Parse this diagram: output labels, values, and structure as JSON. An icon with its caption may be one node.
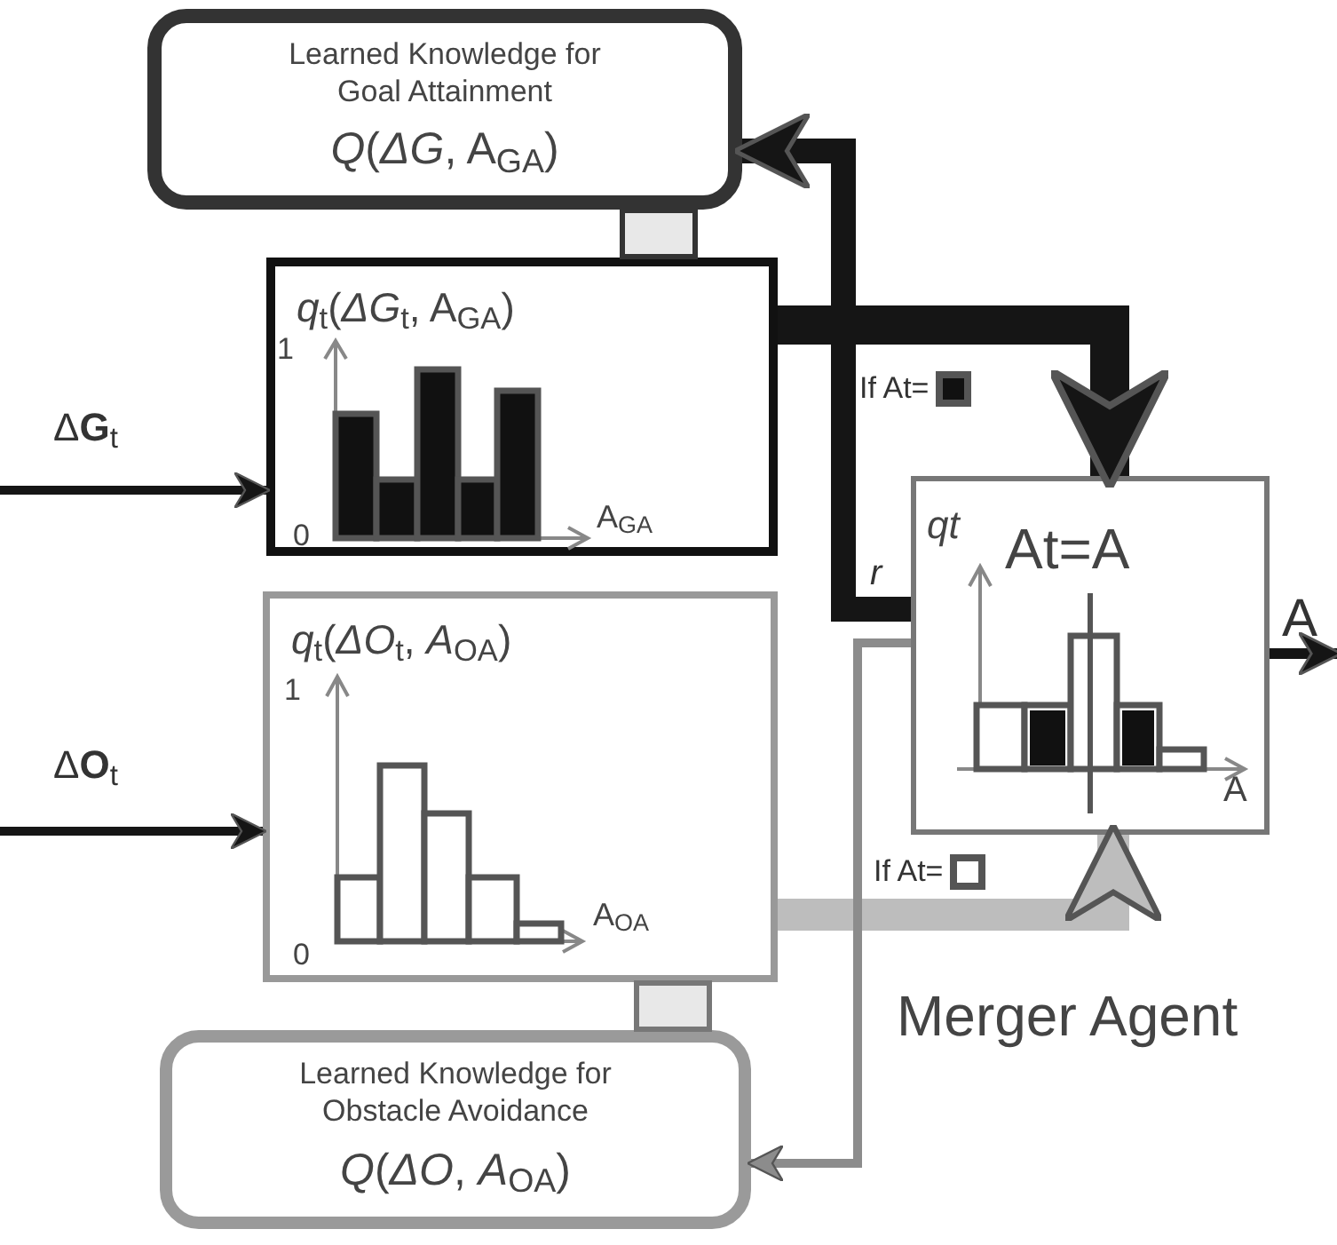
{
  "diagram": {
    "nodes": [
      {
        "text": [
          "Learned Knowledge for Goal Attainment",
          "*Q*(*ΔG*, A$_{GA}$)"
        ]
      },
      {
        "text": [
          "*q*$_{t}$(*ΔG*$_{t}$, A$_{GA}$)"
        ]
      },
      {
        "text": [
          "*q*$_{t}$(*ΔO*$_{t}$, *A*$_{OA}$)"
        ]
      },
      {
        "text": [
          "Learned Knowledge for Obstacle Avoidance",
          "*Q*(*ΔO*, *A*$_{OA}$)"
        ]
      },
      {
        "text": [
          "qt",
          "At=A"
        ],
        "beside": [
          "Merger Agent"
        ]
      },
      {
        "text": [],
        "shape": "box"
      },
      {
        "text": [],
        "shape": "box"
      }
    ],
    "edges": [
      {
        "from": null,
        "to": 1,
        "arrow": "to",
        "label": "Δ**G**$_{t}$"
      },
      {
        "from": null,
        "to": 2,
        "arrow": "to",
        "label": "Δ**O**$_{t}$"
      },
      {
        "from": 1,
        "to": 4,
        "arrow": "to",
        "style": "thick",
        "label": "If At="
      },
      {
        "from": 2,
        "to": 4,
        "arrow": "to",
        "style": "thick",
        "color": "#bdbdbd",
        "label": "If At="
      },
      {
        "from": 4,
        "to": 0,
        "arrow": "to",
        "style": "thick",
        "label": "r"
      },
      {
        "from": 4,
        "to": 3,
        "arrow": "to",
        "color": "#8c8c8c"
      },
      {
        "from": 4,
        "to": null,
        "arrow": "to",
        "label": "A"
      }
    ],
    "labels": [
      "1",
      "0",
      "A$_{GA}$",
      "1",
      "0",
      "A$_{OA}$",
      "A"
    ]
  }
}
